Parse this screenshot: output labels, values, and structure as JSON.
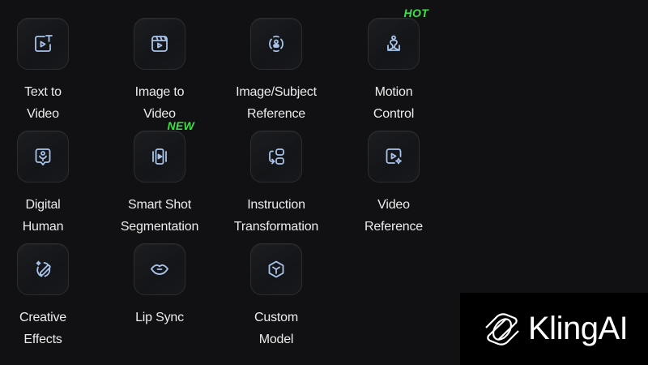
{
  "tools": [
    {
      "id": "text-to-video",
      "line1": "Text to",
      "line2": "Video",
      "icon": "text-to-video-icon",
      "badge": null
    },
    {
      "id": "image-to-video",
      "line1": "Image to",
      "line2": "Video",
      "icon": "image-to-video-icon",
      "badge": null
    },
    {
      "id": "image-subject-reference",
      "line1": "Image/Subject",
      "line2": "Reference",
      "icon": "subject-reference-icon",
      "badge": null
    },
    {
      "id": "motion-control",
      "line1": "Motion",
      "line2": "Control",
      "icon": "motion-control-icon",
      "badge": "HOT"
    },
    {
      "id": "digital-human",
      "line1": "Digital",
      "line2": "Human",
      "icon": "digital-human-icon",
      "badge": null
    },
    {
      "id": "smart-shot-segmentation",
      "line1": "Smart Shot",
      "line2": "Segmentation",
      "icon": "shot-segmentation-icon",
      "badge": "NEW"
    },
    {
      "id": "instruction-transformation",
      "line1": "Instruction",
      "line2": "Transformation",
      "icon": "instruction-transform-icon",
      "badge": null
    },
    {
      "id": "video-reference",
      "line1": "Video",
      "line2": "Reference",
      "icon": "video-reference-icon",
      "badge": null
    },
    {
      "id": "creative-effects",
      "line1": "Creative",
      "line2": "Effects",
      "icon": "creative-effects-icon",
      "badge": null
    },
    {
      "id": "lip-sync",
      "line1": "Lip Sync",
      "line2": "",
      "icon": "lips-icon",
      "badge": null
    },
    {
      "id": "custom-model",
      "line1": "Custom",
      "line2": "Model",
      "icon": "cube-icon",
      "badge": null
    }
  ],
  "logo": {
    "text": "KlingAI"
  },
  "colors": {
    "background": "#111113",
    "tile": "#17181b",
    "tile_border": "#2c2d31",
    "icon_stroke": "#a9c4ec",
    "label": "#ececec",
    "badge": "#3ee04a",
    "logo_bg": "#000000",
    "logo_fg": "#ffffff"
  }
}
